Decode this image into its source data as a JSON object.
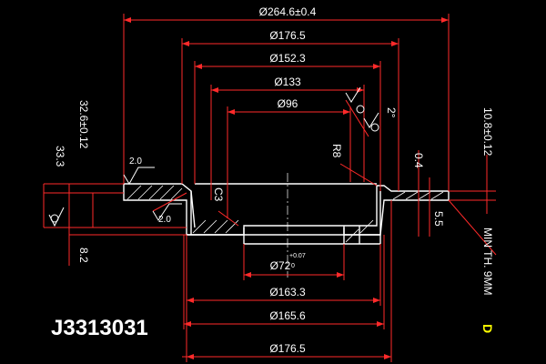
{
  "drawing": {
    "part_number": "J3313031",
    "corner_mark": "D",
    "colors": {
      "background": "#000000",
      "dimension_line": "#ff2a2a",
      "outline": "#ffffff",
      "green_text": "#39d84a",
      "part_number": "#ffffff",
      "corner_mark": "#ffff00"
    },
    "dimensions": {
      "d_264": "Ø264.6±0.4",
      "d_176_top": "Ø176.5",
      "d_152": "Ø152.3",
      "d_133": "Ø133",
      "d_96": "Ø96",
      "d_72": "Ø72",
      "d_72_tol_upper": "+0.07",
      "d_72_tol_lower": "0",
      "d_163": "Ø163.3",
      "d_165": "Ø165.6",
      "d_176_bottom": "Ø176.5",
      "h_33": "33.3",
      "h_32": "32.6±0.12",
      "h_10": "10.8±0.12",
      "h_8": "8.2",
      "h_5": "5.5",
      "h_0_4": "0.4",
      "angle_2": "2°",
      "radius_r8": "R8",
      "chamfer_c3": "C3",
      "rough_top": "2.0",
      "rough_mid": "2.0",
      "min_thickness": "MIN TH. 9MM"
    }
  }
}
